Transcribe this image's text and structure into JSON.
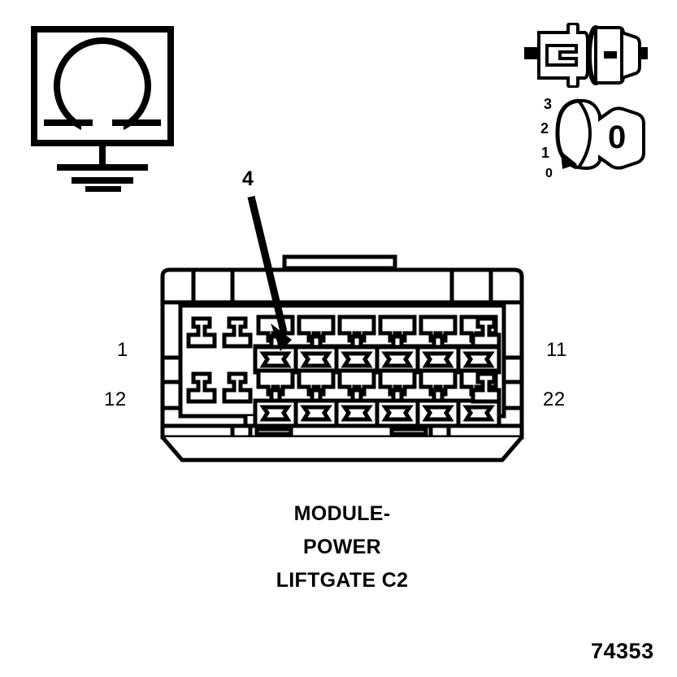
{
  "figure": {
    "number": "74353"
  },
  "caption": {
    "line1": "MODULE-",
    "line2": "POWER",
    "line3": "LIFTGATE C2"
  },
  "callout": {
    "number": "4",
    "points_to": "top-row-cavity-2"
  },
  "pin_labels": {
    "top_left": "1",
    "bottom_left": "12",
    "top_right": "11",
    "bottom_right": "22"
  },
  "symbols": {
    "ohmmeter": {
      "name": "ohmmeter-ground-test",
      "glyph": "omega"
    },
    "disconnect": {
      "name": "connector-disconnected"
    },
    "key_switch": {
      "name": "ignition-key-position",
      "positions": [
        "3",
        "2",
        "1",
        "0"
      ],
      "key_label": "0"
    }
  },
  "connector": {
    "name": "MODULE-POWER LIFTGATE C2",
    "way_count": 22,
    "rows": [
      {
        "row": "top",
        "start_pin": "1",
        "end_pin": "11",
        "cavities": [
          {
            "type": "small"
          },
          {
            "type": "small"
          },
          {
            "type": "large"
          },
          {
            "type": "large"
          },
          {
            "type": "large"
          },
          {
            "type": "large"
          },
          {
            "type": "large"
          },
          {
            "type": "large"
          },
          {
            "type": "large"
          },
          {
            "type": "large"
          },
          {
            "type": "small"
          }
        ]
      },
      {
        "row": "bottom",
        "start_pin": "12",
        "end_pin": "22",
        "cavities": [
          {
            "type": "small"
          },
          {
            "type": "small"
          },
          {
            "type": "large"
          },
          {
            "type": "large"
          },
          {
            "type": "large"
          },
          {
            "type": "large"
          },
          {
            "type": "large"
          },
          {
            "type": "large"
          },
          {
            "type": "large"
          },
          {
            "type": "large"
          },
          {
            "type": "small"
          }
        ]
      }
    ]
  },
  "colors": {
    "ink": "#000000",
    "paper": "#ffffff"
  }
}
